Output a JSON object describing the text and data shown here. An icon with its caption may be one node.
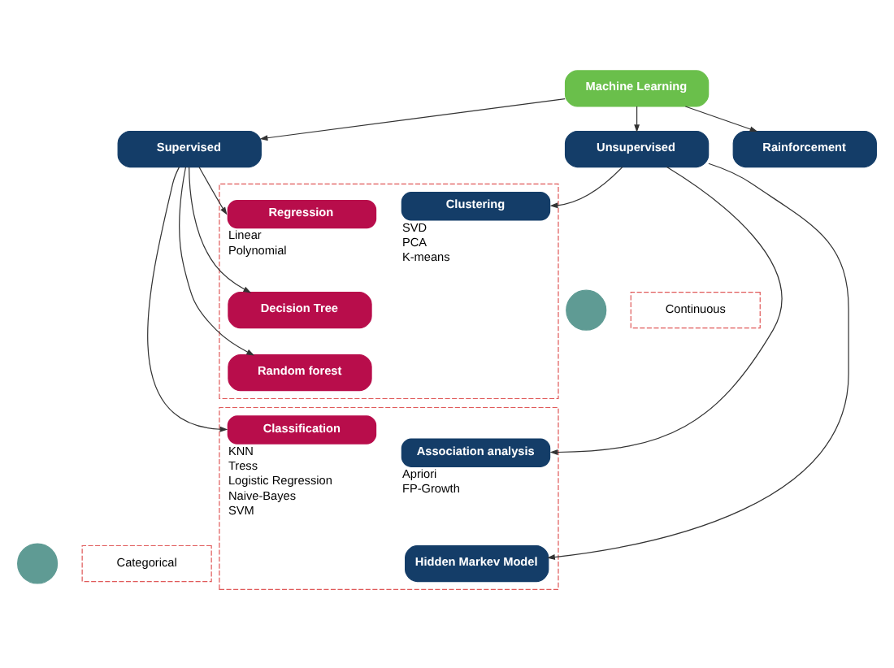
{
  "diagram": {
    "nodes": [
      {
        "text": [
          "Machine Learning"
        ]
      },
      {
        "text": [
          "Supervised"
        ]
      },
      {
        "text": [
          "Unsupervised"
        ]
      },
      {
        "text": [
          "Rainforcement"
        ]
      },
      {
        "text": [],
        "shape": "box"
      },
      {
        "text": [
          "Regression"
        ],
        "in": 4,
        "beside": [
          "Linear",
          "Polynomial"
        ]
      },
      {
        "text": [
          "Decision Tree"
        ],
        "in": 4
      },
      {
        "text": [
          "Random forest"
        ],
        "in": 4
      },
      {
        "text": [
          "Clustering"
        ],
        "in": 4,
        "beside": [
          "SVD",
          "PCA",
          "K-means"
        ]
      },
      {
        "text": [],
        "shape": "circle"
      },
      {
        "text": [
          "Continuous"
        ]
      },
      {
        "text": [],
        "shape": "box"
      },
      {
        "text": [
          "Classification"
        ],
        "in": 11,
        "beside": [
          "KNN",
          "Tress",
          "Logistic Regression",
          "Naive-Bayes",
          "SVM"
        ]
      },
      {
        "text": [
          "Association analysis"
        ],
        "in": 11,
        "beside": [
          "Apriori",
          "FP-Growth"
        ]
      },
      {
        "text": [
          "Hidden Markev Model"
        ],
        "in": 11
      },
      {
        "text": [],
        "shape": "circle"
      },
      {
        "text": [
          "Categorical"
        ]
      }
    ],
    "edges": [
      {
        "from": 0,
        "to": 1,
        "arrow": "to"
      },
      {
        "from": 0,
        "to": 2,
        "arrow": "to"
      },
      {
        "from": 0,
        "to": 3,
        "arrow": "to"
      },
      {
        "from": 1,
        "to": 5,
        "arrow": "to"
      },
      {
        "from": 1,
        "to": 6,
        "arrow": "to"
      },
      {
        "from": 1,
        "to": 7,
        "arrow": "to"
      },
      {
        "from": 1,
        "to": 12,
        "arrow": "to"
      },
      {
        "from": 2,
        "to": 8,
        "arrow": "to"
      },
      {
        "from": 2,
        "to": 13,
        "arrow": "to"
      },
      {
        "from": 2,
        "to": 14,
        "arrow": "to"
      }
    ]
  }
}
